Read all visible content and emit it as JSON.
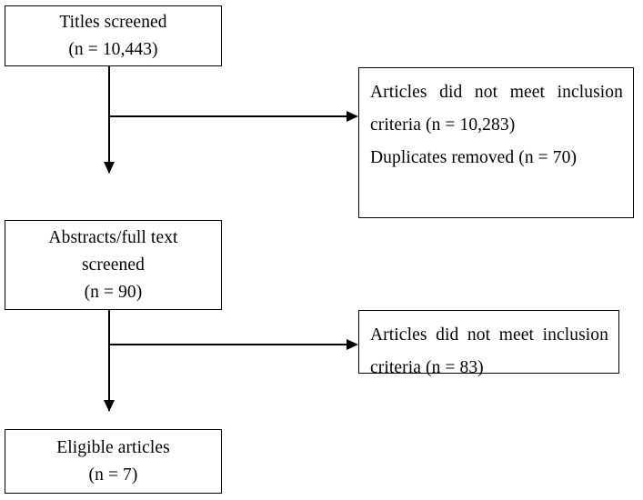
{
  "diagram": {
    "type": "prisma-study-selection-flowchart",
    "nodes": {
      "titles_screened": {
        "line1": "Titles screened",
        "line2": "(n = 10,443)"
      },
      "excluded_titles": {
        "para1": "Articles did not meet inclusion criteria (n = 10,283)",
        "para2": "Duplicates removed (n = 70)"
      },
      "abstracts_screened": {
        "line1": "Abstracts/full text",
        "line2": "screened",
        "line3": "(n = 90)"
      },
      "excluded_abstracts": {
        "para1": "Articles did not meet inclusion criteria (n = 83)"
      },
      "eligible_articles": {
        "line1": "Eligible articles",
        "line2": "(n = 7)"
      }
    },
    "colors": {
      "stroke": "#000000",
      "fill": "#ffffff",
      "text": "#000000"
    }
  }
}
